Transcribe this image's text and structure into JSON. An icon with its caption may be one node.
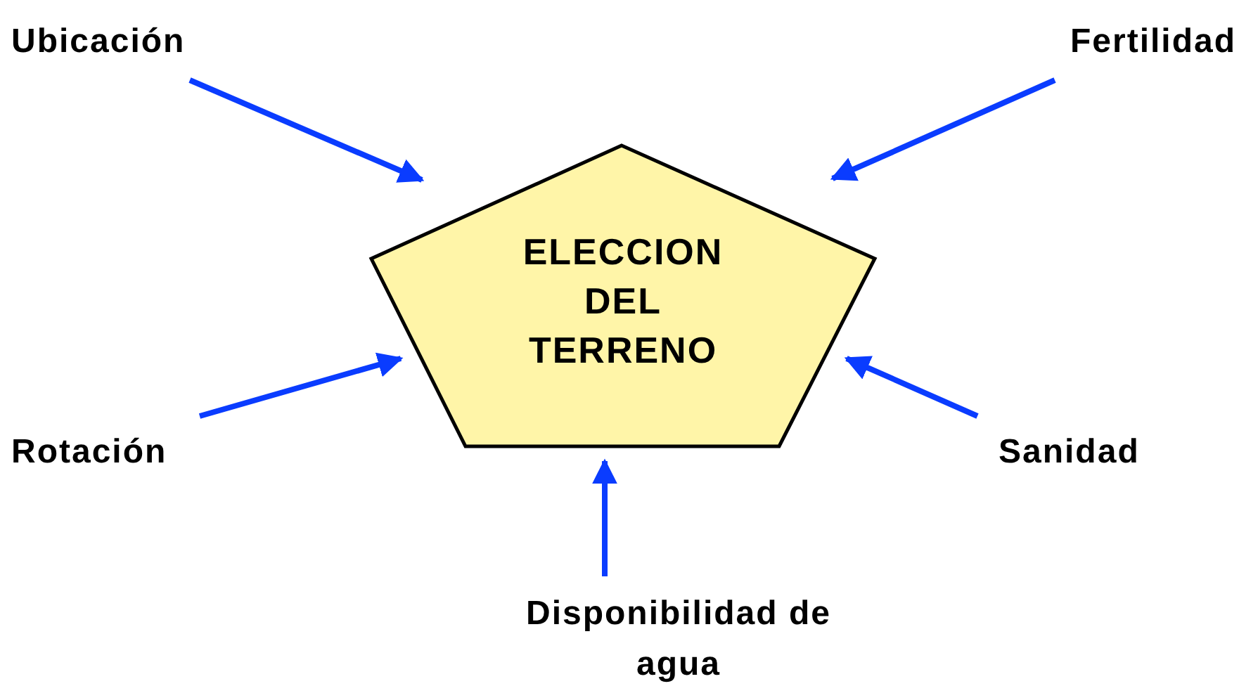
{
  "diagram": {
    "nodes": [
      {
        "text": [
          "ELECCION DEL TERRENO"
        ]
      },
      {
        "text": [
          "Ubicación"
        ]
      },
      {
        "text": [
          "Fertilidad"
        ]
      },
      {
        "text": [
          "Rotación"
        ]
      },
      {
        "text": [
          "Sanidad"
        ]
      },
      {
        "text": [
          "Disponibilidad de agua"
        ]
      }
    ],
    "edges": [
      {
        "from": 1,
        "to": 0,
        "arrow": "to"
      },
      {
        "from": 2,
        "to": 0,
        "arrow": "to"
      },
      {
        "from": 3,
        "to": 0,
        "arrow": "to"
      },
      {
        "from": 4,
        "to": 0,
        "arrow": "to"
      },
      {
        "from": 5,
        "to": 0,
        "arrow": "to"
      }
    ]
  }
}
